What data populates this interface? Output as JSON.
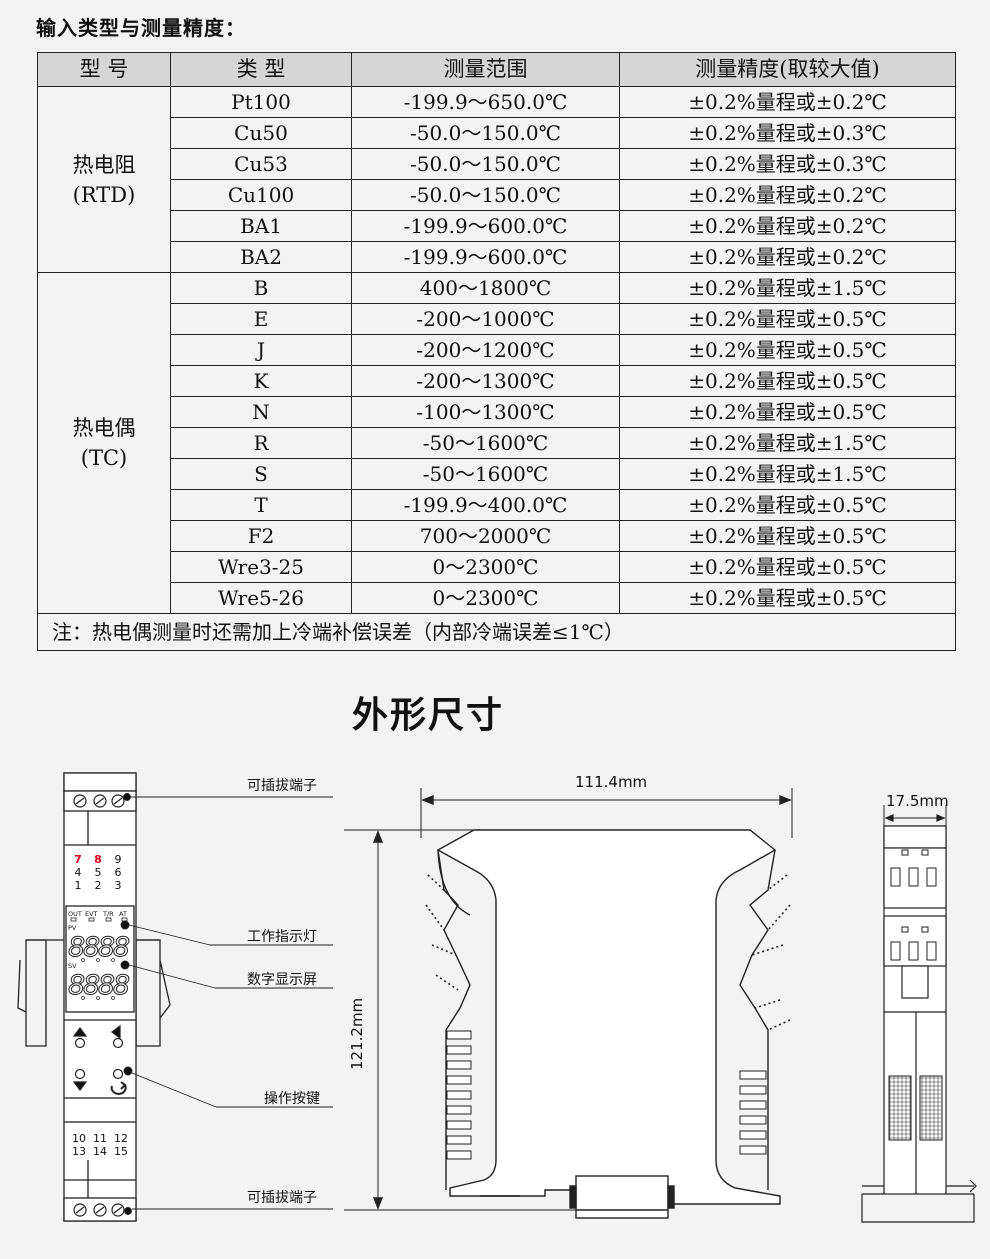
{
  "section_title": "输入类型与测量精度：",
  "table": {
    "headers": [
      "型 号",
      "类 型",
      "测量范围",
      "测量精度(取较大值)"
    ],
    "groups": [
      {
        "name_line1": "热电阻",
        "name_line2": "(RTD)",
        "rows": [
          {
            "type": "Pt100",
            "range": "-199.9～650.0℃",
            "accuracy": "±0.2%量程或±0.2℃"
          },
          {
            "type": "Cu50",
            "range": "-50.0～150.0℃",
            "accuracy": "±0.2%量程或±0.3℃"
          },
          {
            "type": "Cu53",
            "range": "-50.0～150.0℃",
            "accuracy": "±0.2%量程或±0.3℃"
          },
          {
            "type": "Cu100",
            "range": "-50.0～150.0℃",
            "accuracy": "±0.2%量程或±0.2℃"
          },
          {
            "type": "BA1",
            "range": "-199.9～600.0℃",
            "accuracy": "±0.2%量程或±0.2℃"
          },
          {
            "type": "BA2",
            "range": "-199.9～600.0℃",
            "accuracy": "±0.2%量程或±0.2℃"
          }
        ]
      },
      {
        "name_line1": "热电偶",
        "name_line2": "(TC)",
        "rows": [
          {
            "type": "B",
            "range": "400～1800℃",
            "accuracy": "±0.2%量程或±1.5℃"
          },
          {
            "type": "E",
            "range": "-200～1000℃",
            "accuracy": "±0.2%量程或±0.5℃"
          },
          {
            "type": "J",
            "range": "-200～1200℃",
            "accuracy": "±0.2%量程或±0.5℃"
          },
          {
            "type": "K",
            "range": "-200～1300℃",
            "accuracy": "±0.2%量程或±0.5℃"
          },
          {
            "type": "N",
            "range": "-100～1300℃",
            "accuracy": "±0.2%量程或±0.5℃"
          },
          {
            "type": "R",
            "range": "-50～1600℃",
            "accuracy": "±0.2%量程或±1.5℃"
          },
          {
            "type": "S",
            "range": "-50～1600℃",
            "accuracy": "±0.2%量程或±1.5℃"
          },
          {
            "type": "T",
            "range": "-199.9～400.0℃",
            "accuracy": "±0.2%量程或±0.5℃"
          },
          {
            "type": "F2",
            "range": "700～2000℃",
            "accuracy": "±0.2%量程或±0.5℃"
          },
          {
            "type": "Wre3-25",
            "range": "0～2300℃",
            "accuracy": "±0.2%量程或±0.5℃"
          },
          {
            "type": "Wre5-26",
            "range": "0～2300℃",
            "accuracy": "±0.2%量程或±0.5℃"
          }
        ]
      }
    ],
    "note": "注：热电偶测量时还需加上冷端补偿误差（内部冷端误差≤1℃）"
  },
  "dimensions_title": "外形尺寸",
  "front_view": {
    "callouts": {
      "top_terminal": "可插拔端子",
      "indicator": "工作指示灯",
      "display": "数字显示屏",
      "buttons": "操作按键",
      "bottom_terminal": "可插拔端子"
    },
    "terminal_top_row1": [
      "7",
      "8",
      "9"
    ],
    "terminal_top_row2": [
      "4",
      "5",
      "6"
    ],
    "terminal_top_row3": [
      "1",
      "2",
      "3"
    ],
    "terminal_bottom_row1": [
      "10",
      "11",
      "12"
    ],
    "terminal_bottom_row2": [
      "13",
      "14",
      "15"
    ],
    "indicator_labels": [
      "OUT",
      "EVT",
      "T/R",
      "AT"
    ],
    "pv_label": "PV",
    "sv_label": "SV",
    "display_digits": "8888",
    "highlight_color": "#e0001b"
  },
  "side_view": {
    "width_dim": "111.4mm",
    "height_dim": "121.2mm"
  },
  "end_view": {
    "width_dim": "17.5mm"
  }
}
